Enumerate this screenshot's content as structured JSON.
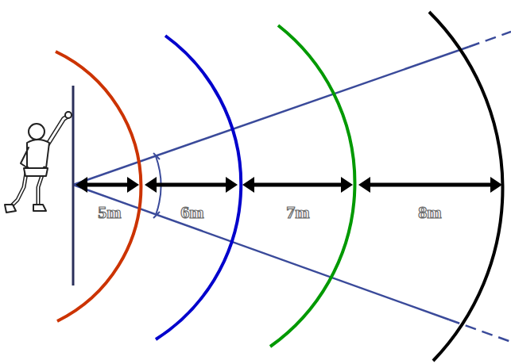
{
  "diagram": {
    "labels": [
      "5m",
      "6m",
      "7m",
      "8m"
    ]
  }
}
